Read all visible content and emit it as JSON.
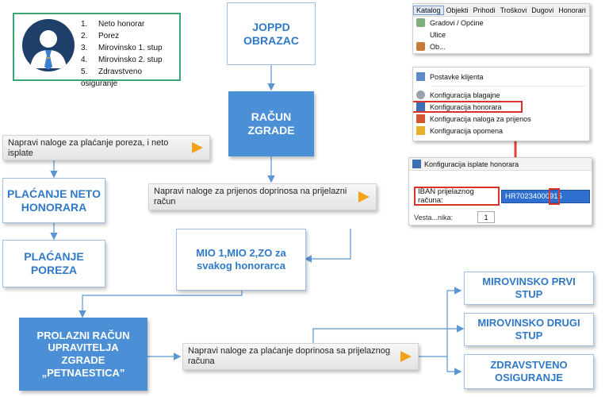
{
  "legend": {
    "items": [
      {
        "num": "1.",
        "label": "Neto honorar"
      },
      {
        "num": "2.",
        "label": "Porez"
      },
      {
        "num": "3.",
        "label": "Mirovinsko 1. stup"
      },
      {
        "num": "4.",
        "label": "Mirovinsko 2. stup"
      },
      {
        "num": "5.",
        "label": "Zdravstveno osiguranje"
      }
    ]
  },
  "boxes": {
    "joppd": "JOPPD OBRAZAC",
    "racun_zgrade": "RAČUN ZGRADE",
    "placanje_neto": "PLAĆANJE NETO HONORARA",
    "placanje_poreza": "PLAĆANJE POREZA",
    "mio": "MIO 1,MIO 2,ZO za svakog honorarca",
    "prolazni": "PROLAZNI RAČUN UPRAVITELJA ZGRADE „PETNAESTICA”",
    "mirovinsko_prvi": "MIROVINSKO PRVI STUP",
    "mirovinsko_drugi": "MIROVINSKO DRUGI STUP",
    "zdravstveno": "ZDRAVSTVENO OSIGURANJE"
  },
  "callouts": {
    "porez_neto": "Napravi naloge za plaćanje poreza, i neto isplate",
    "prijenos": "Napravi naloge za prijenos doprinosa na prijelazni račun",
    "placanje_doprinosa": "Napravi naloge za plaćanje doprinosa sa prijelaznog računa"
  },
  "menu_panel": {
    "menubar": [
      "Katalog",
      "Objekti",
      "Prihodi",
      "Troškovi",
      "Dugovi",
      "Honorari"
    ],
    "items_top": [
      "Gradovi / Općine",
      "Ulice",
      "Ob..."
    ],
    "items_bottom": [
      "Postavke klijenta",
      "Konfiguracija blagajne",
      "Konfiguracija honorara",
      "Konfiguracija naloga za prijenos",
      "Konfiguracija opomena"
    ]
  },
  "config_panel": {
    "title": "Konfiguracija isplate honorara",
    "iban_label": "IBAN prijelaznog računa:",
    "iban_value": "HR70234000915",
    "bottom_label": "Vesta...nika:",
    "bottom_value": "1"
  },
  "colors": {
    "accent_blue": "#4b8fd6",
    "text_blue": "#2f79c6",
    "orange": "#f5a21b",
    "red": "#d9342b",
    "legend_border": "#3aa676"
  }
}
